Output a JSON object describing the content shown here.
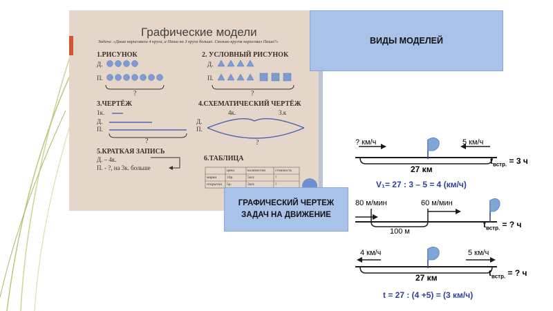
{
  "left_image": {
    "title": "Графические модели",
    "task": "Задача. «Даша нарисовала 4 круга, а Паша на 3 круга больше. Сколько кругов нарисовал Паша?»",
    "s1": {
      "title": "1.РИСУНОК",
      "d": "Д.",
      "p": "П.",
      "q": "?"
    },
    "s2": {
      "title": "2. УСЛОВНЫЙ РИСУНОК",
      "d": "Д.",
      "p": "П.",
      "q": "?"
    },
    "s3": {
      "title": "3.ЧЕРТЁЖ",
      "unit": "1к.",
      "d": "Д.",
      "p": "П.",
      "q": "?"
    },
    "s4": {
      "title": "4.СХЕМАТИЧЕСКИЙ ЧЕРТЁЖ",
      "a": "4к.",
      "b": "3.к",
      "d": "Д.",
      "p": "П.",
      "q": "?"
    },
    "s5": {
      "title": "5.КРАТКАЯ ЗАПИСЬ",
      "line1": "Д. – 4к.",
      "line2": "П. - ?, на 3к. больше"
    },
    "s6": {
      "title": "6.ТАБЛИЦА",
      "headers": [
        "",
        "цена",
        "количество",
        "стоимость"
      ],
      "rows": [
        [
          "марки",
          "10р.",
          "5шт.",
          "?"
        ],
        [
          "открытки",
          "5р.",
          "3шт.",
          "?"
        ]
      ]
    }
  },
  "card_models": {
    "label": "ВИДЫ МОДЕЛЕЙ"
  },
  "card_drawing": {
    "label": "ГРАФИЧЕСКИЙ ЧЕРТЕЖ ЗАДАЧ НА ДВИЖЕНИЕ"
  },
  "right_image": {
    "p1": {
      "v1": "? км/ч",
      "v2": "5 км/ч",
      "t": "t",
      "tsub": "встр.",
      "teq": "= 3 ч",
      "dist": "27 км",
      "formula": "V₁= 27 : 3 – 5 = 4 (км/ч)"
    },
    "p2": {
      "v1": "80 м/мин",
      "v2": "60 м/мин",
      "t": "t",
      "tsub": "встр.",
      "teq": "= ? ч",
      "dist": "100 м"
    },
    "p3": {
      "v1": "4 км/ч",
      "v2": "5 км/ч",
      "t": "t",
      "tsub": "встр.",
      "teq": "= ? ч",
      "dist": "27 км",
      "formula": "t = 27 : (4 +5) = (3 км/ч)"
    }
  },
  "colors": {
    "accent_red": "#d7552e",
    "card_blue": "#a9c2ea",
    "formula_blue": "#2e3f9e",
    "flag_blue": "#7fa6d6"
  }
}
